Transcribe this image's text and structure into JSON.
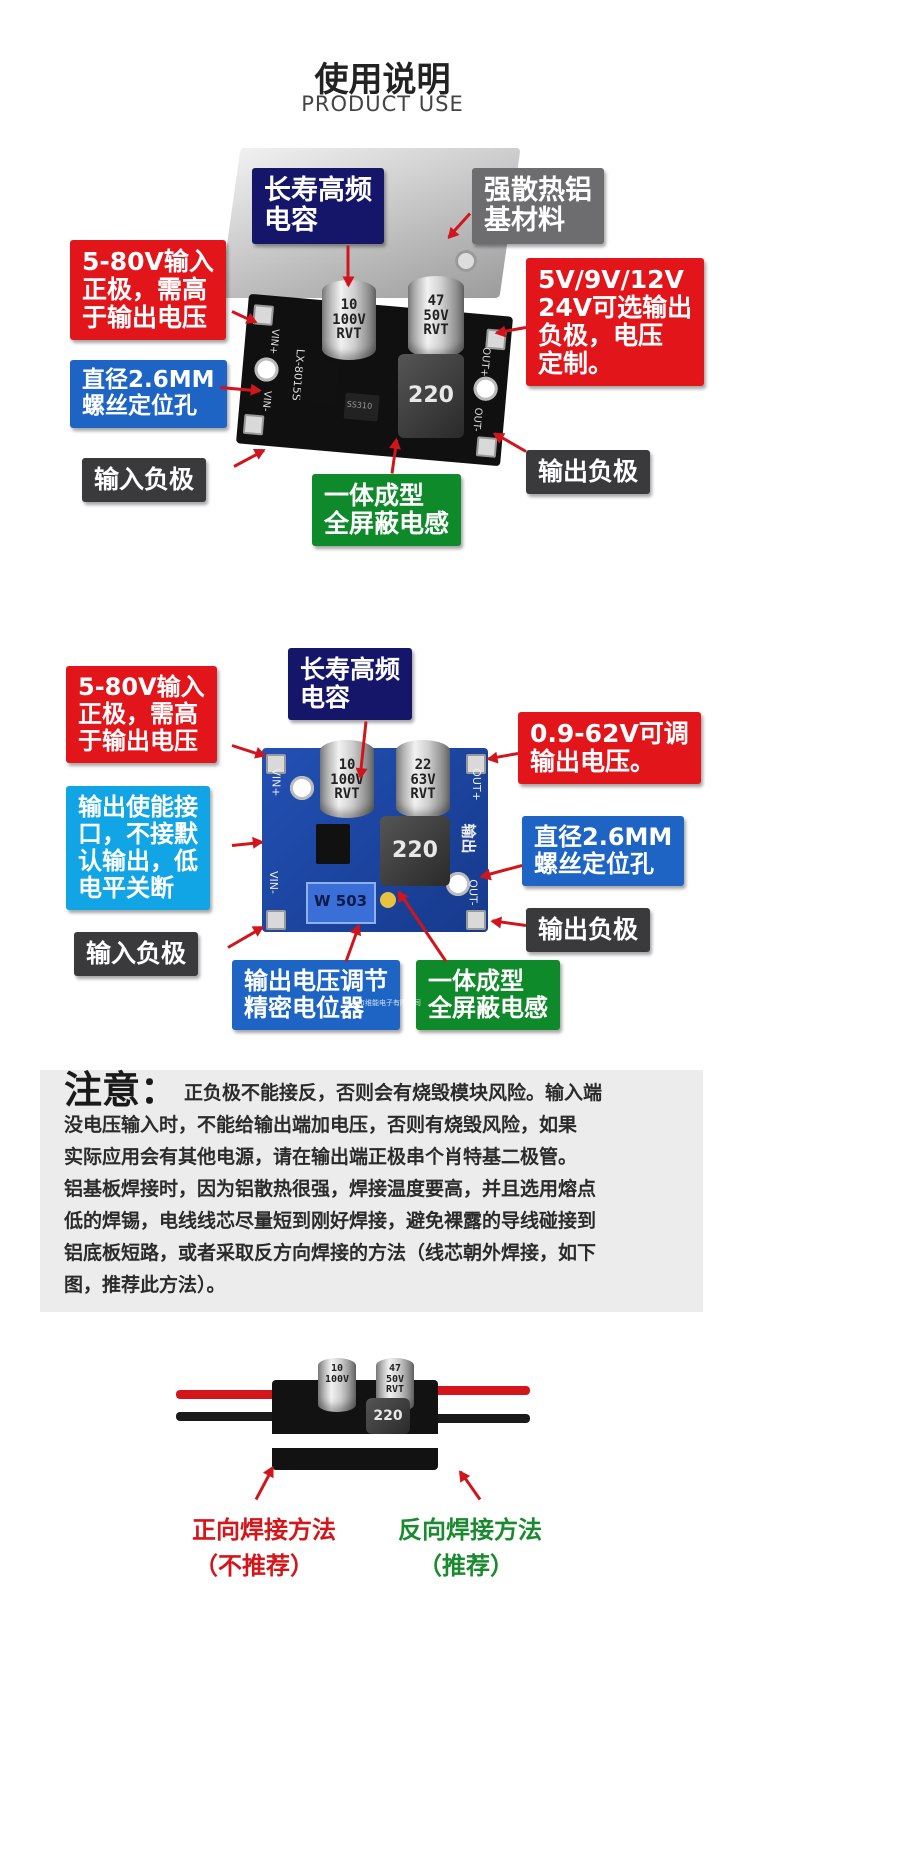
{
  "header": {
    "title_cn": "使用说明",
    "title_en": "PRODUCT USE"
  },
  "diagram1": {
    "board_silk": "LX-8015S",
    "board_vin_plus": "VIN+",
    "board_vin_minus": "VIN-",
    "board_out_plus": "OUT+",
    "board_out_minus": "OUT-",
    "cap1_text": "10\n100V\nRVT",
    "cap2_text": "47\n50V\nRVT",
    "inductor_text": "220",
    "diode_text": "SS310",
    "labels": {
      "long_life_cap": "长寿高频\n电容",
      "heatsink": "强散热铝\n基材料",
      "input_positive": "5-80V输入\n正极，需高\n于输出电压",
      "output_select": "5V/9V/12V\n24V可选输出\n负极，电压\n定制。",
      "mount_hole": "直径2.6MM\n螺丝定位孔",
      "input_negative": "输入负极",
      "output_negative": "输出负极",
      "inductor": "一体成型\n全屏蔽电感"
    }
  },
  "diagram2": {
    "cap1_text": "10\n100V\nRVT",
    "cap2_text": "22\n63V\nRVT",
    "inductor_text": "220",
    "pot_text": "W 503",
    "board_out_text": "输出",
    "board_vin_plus": "VIN+",
    "board_vin_minus": "VIN-",
    "board_out_plus": "OUT+",
    "board_out_minus": "OUT-",
    "labels": {
      "long_life_cap": "长寿高频\n电容",
      "input_positive": "5-80V输入\n正极，需高\n于输出电压",
      "adjustable_output": "0.9-62V可调\n输出电压。",
      "enable_port": "输出使能接\n口，不接默\n认输出，低\n电平关断",
      "mount_hole": "直径2.6MM\n螺丝定位孔",
      "input_negative": "输入负极",
      "output_negative": "输出负极",
      "voltage_pot": "输出电压调节\n精密电位器",
      "inductor": "一体成型\n全屏蔽电感"
    },
    "watermark": "深圳市维能电子有限公司"
  },
  "notice": {
    "title": "注意：",
    "body": "正负极不能接反，否则会有烧毁模块风险。输入端\n没电压输入时，不能给输出端加电压，否则有烧毁风险，如果\n实际应用会有其他电源，请在输出端正极串个肖特基二极管。\n铝基板焊接时，因为铝散热很强，焊接温度要高，并且选用熔点\n低的焊锡，电线线芯尽量短到刚好焊接，避免裸露的导线碰接到\n铝底板短路，或者采取反方向焊接的方法（线芯朝外焊接，如下\n图，推荐此方法）。"
  },
  "diagram3": {
    "cap1_text": "10\n100V",
    "cap2_text": "47\n50V\nRVT",
    "inductor_text": "220",
    "forward_title": "正向焊接方法",
    "forward_note": "（不推荐）",
    "reverse_title": "反向焊接方法",
    "reverse_note": "（推荐）"
  },
  "colors": {
    "red_label": "#e2151b",
    "navy_label": "#15166a",
    "gray_label": "#6d6d6f",
    "dark_label": "#3a3a3c",
    "blue_label": "#1d64c4",
    "green_label": "#0f8a2a",
    "sky_label": "#12a5e6",
    "board_black": "#111111",
    "board_blue": "#1b3f96",
    "wire_red": "#d4161b"
  }
}
